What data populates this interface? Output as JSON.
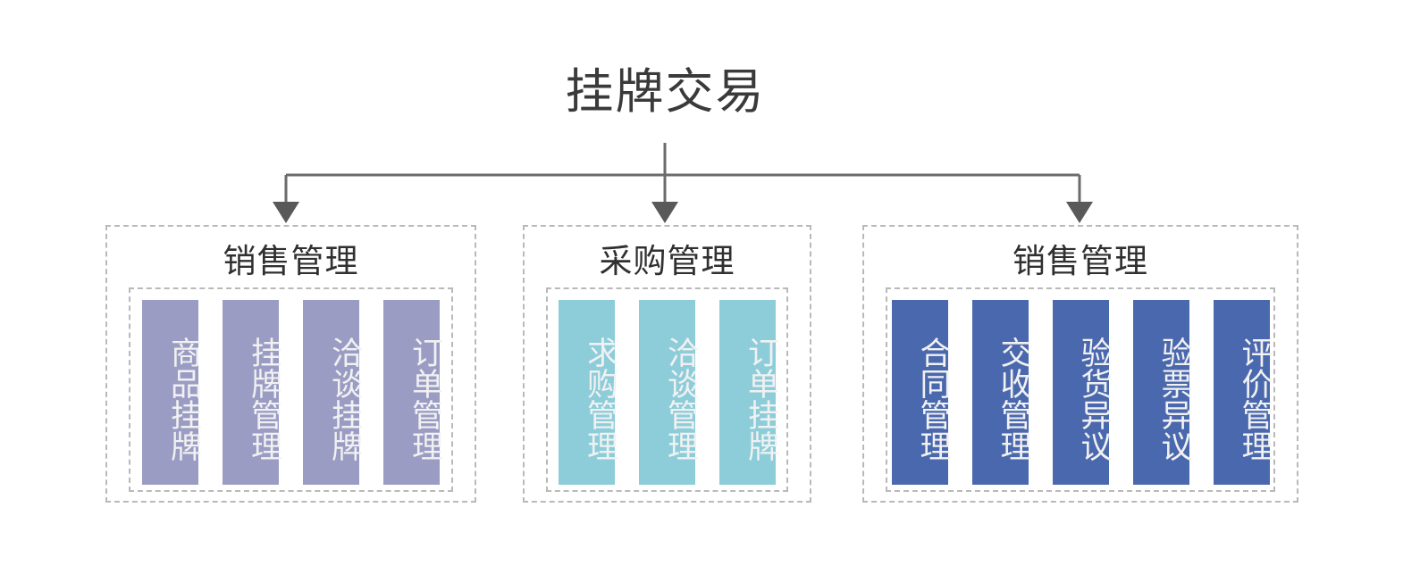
{
  "title": "挂牌交易",
  "colors": {
    "title_text": "#3a3a3a",
    "connector": "#6b6b6b",
    "dashed_border": "#b9b9b9",
    "group1_bar": "#9a9cc4",
    "group2_bar": "#8ccdd9",
    "group3_bar": "#4a68ad",
    "bar_text": "#f1f1f1",
    "background": "#ffffff"
  },
  "groups": [
    {
      "title": "销售管理",
      "bar_color": "#9a9cc4",
      "items": [
        {
          "label": "商品挂牌"
        },
        {
          "label": "挂牌管理"
        },
        {
          "label": "洽谈挂牌"
        },
        {
          "label": "订单管理"
        }
      ]
    },
    {
      "title": "采购管理",
      "bar_color": "#8ccdd9",
      "items": [
        {
          "label": "求购管理"
        },
        {
          "label": "洽谈管理"
        },
        {
          "label": "订单挂牌"
        }
      ]
    },
    {
      "title": "销售管理",
      "bar_color": "#4a68ad",
      "items": [
        {
          "label": "合同管理"
        },
        {
          "label": "交收管理"
        },
        {
          "label": "验货异议"
        },
        {
          "label": "验票异议"
        },
        {
          "label": "评价管理"
        }
      ]
    }
  ]
}
